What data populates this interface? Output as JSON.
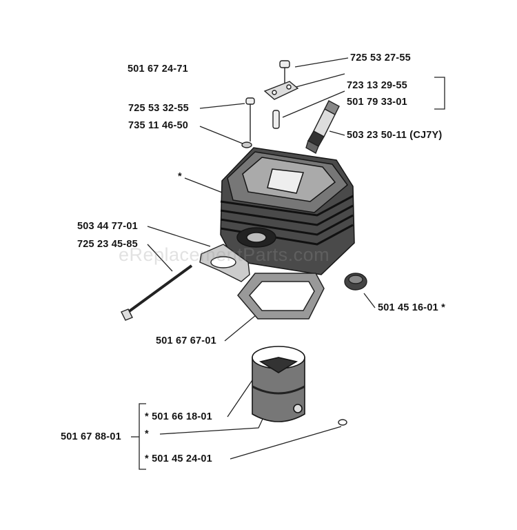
{
  "assembly_number": "501 67 24-71",
  "parts": [
    {
      "key": "p1",
      "text": "725 53 27-55"
    },
    {
      "key": "p2",
      "text": "723 13 29-55"
    },
    {
      "key": "p3",
      "text": "501 79 33-01"
    },
    {
      "key": "p4",
      "text": "725 53 32-55"
    },
    {
      "key": "p5",
      "text": "735 11 46-50"
    },
    {
      "key": "p6",
      "text": "503 23 50-11 (CJ7Y)"
    },
    {
      "key": "p7",
      "text": "*"
    },
    {
      "key": "p8",
      "text": "503 44 77-01"
    },
    {
      "key": "p9",
      "text": "725 23 45-85"
    },
    {
      "key": "p10",
      "text": "501 45 16-01  *"
    },
    {
      "key": "p11",
      "text": "501 67 67-01"
    },
    {
      "key": "p12",
      "text": "*  501 66 18-01"
    },
    {
      "key": "p13",
      "text": "*"
    },
    {
      "key": "p14",
      "text": "*  501 45 24-01"
    },
    {
      "key": "p15",
      "text": "501 67 88-01"
    }
  ],
  "watermark": "eReplacementParts.com"
}
